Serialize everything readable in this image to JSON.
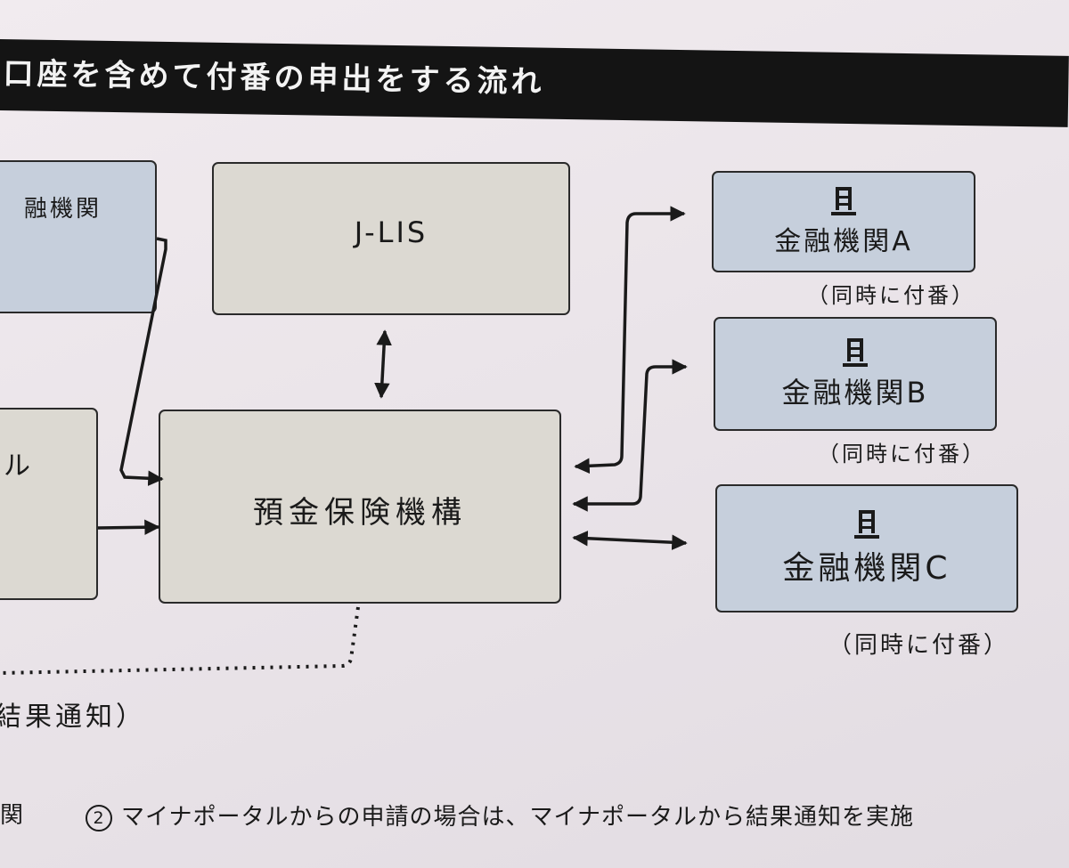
{
  "header": {
    "title": "口座を含めて付番の申出をする流れ"
  },
  "left_boxes": {
    "top_label": "融機関",
    "middle_label": "ル"
  },
  "center": {
    "jlis_label": "J-LIS",
    "dic_label": "預金保険機構"
  },
  "banks": [
    {
      "label": "金融機関A",
      "note": "（同時に付番）"
    },
    {
      "label": "金融機関B",
      "note": "（同時に付番）"
    },
    {
      "label": "金融機関C",
      "note": "（同時に付番）"
    }
  ],
  "dotted_note": "結果通知）",
  "footer": {
    "left_fragment": "関",
    "step_number": "2",
    "step_text": "マイナポータルからの申請の場合は、マイナポータルから結果通知を実施"
  },
  "icons": [
    "bank-building-icon",
    "bank-building-icon",
    "bank-building-icon"
  ],
  "colors": {
    "gray_box": "#dcd9d2",
    "blue_box": "#c6cfdc",
    "header_bar": "#141414"
  }
}
